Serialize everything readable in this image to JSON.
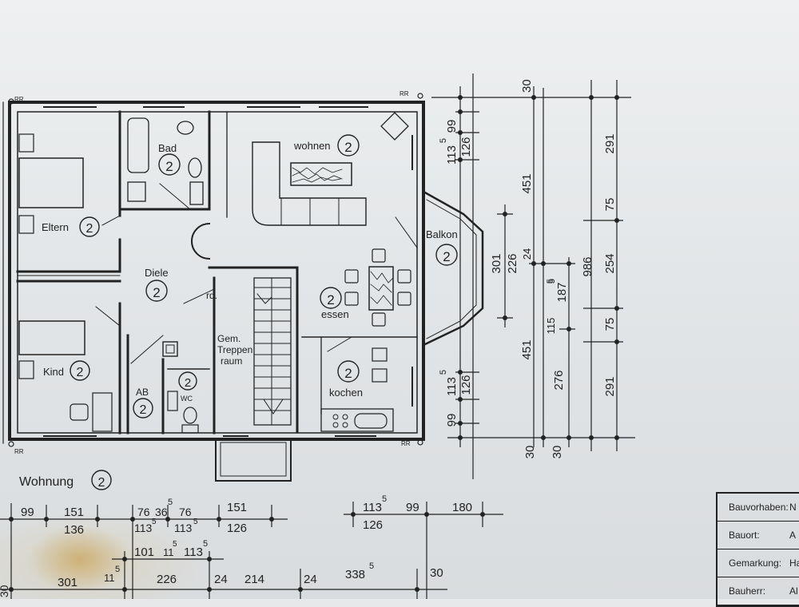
{
  "plan": {
    "apartment_label": "Wohnung",
    "apartment_number": "2",
    "rooms": [
      {
        "name": "wohnen",
        "number": "2"
      },
      {
        "name": "Bad",
        "number": "2"
      },
      {
        "name": "Eltern",
        "number": "2"
      },
      {
        "name": "Diele",
        "number": "2"
      },
      {
        "name": "Balkon",
        "number": "2"
      },
      {
        "name": "essen",
        "number": "2"
      },
      {
        "name": "Kind",
        "number": "2"
      },
      {
        "name": "AB",
        "number": "2"
      },
      {
        "name": "WC",
        "number": "2"
      },
      {
        "name": "kochen",
        "number": "2"
      },
      {
        "name": "Gem. Treppen raum",
        "lines": [
          "Gem.",
          "Treppen",
          "raum"
        ]
      }
    ],
    "marks": {
      "rd": "rd.",
      "rr": "RR"
    }
  },
  "dims_right": {
    "a": [
      "30",
      "99",
      "113",
      "5",
      "126",
      "451",
      "301",
      "226",
      "24",
      "5",
      "187",
      "5",
      "986",
      "115",
      "451",
      "276",
      "113",
      "5",
      "126",
      "99",
      "30",
      "30"
    ],
    "outer": [
      "291",
      "75",
      "254",
      "75",
      "291"
    ]
  },
  "dims_bottom": {
    "row1": [
      "99",
      "151",
      "136",
      "76",
      "36",
      "5",
      "76",
      "113",
      "5",
      "113",
      "5",
      "151",
      "126",
      "113",
      "5",
      "126",
      "99",
      "180"
    ],
    "row2": [
      "101",
      "11",
      "5",
      "113",
      "5"
    ],
    "row3": [
      "301",
      "11",
      "5",
      "226",
      "24",
      "214",
      "24",
      "338",
      "5",
      "30",
      "30"
    ]
  },
  "title_block": {
    "rows": [
      {
        "label": "Bauvorhaben:",
        "value": "N"
      },
      {
        "label": "Bauort:",
        "value": "A"
      },
      {
        "label": "Gemarkung:",
        "value": "Ha"
      },
      {
        "label": "Bauherr:",
        "value": "Al"
      }
    ]
  }
}
